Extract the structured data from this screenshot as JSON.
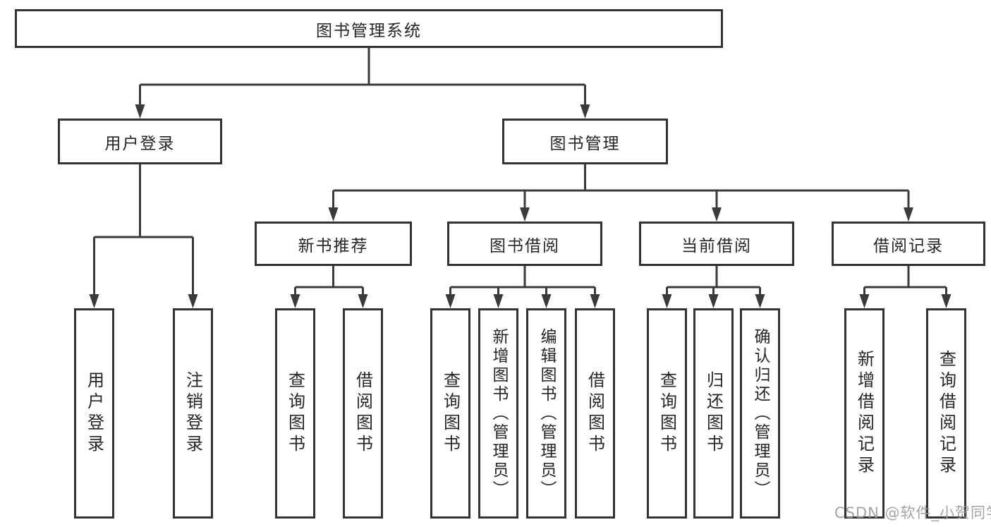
{
  "watermark": "CSDN @软件_小贺同学",
  "colors": {
    "background": "#ffffff",
    "box_border": "#333333",
    "connector_line": "#3a3a3a",
    "text": "#262626",
    "watermark_text": "#9a9a9a"
  },
  "diagram": {
    "type": "hierarchy-tree",
    "root": {
      "label": "图书管理系统",
      "children": [
        {
          "label": "用户登录",
          "children": [
            {
              "label": "用户登录"
            },
            {
              "label": "注销登录"
            }
          ]
        },
        {
          "label": "图书管理",
          "children": [
            {
              "label": "新书推荐",
              "children": [
                {
                  "label": "查询图书"
                },
                {
                  "label": "借阅图书"
                }
              ]
            },
            {
              "label": "图书借阅",
              "children": [
                {
                  "label": "查询图书"
                },
                {
                  "label": "新增图书（管理员）"
                },
                {
                  "label": "编辑图书（管理员）"
                },
                {
                  "label": "借阅图书"
                }
              ]
            },
            {
              "label": "当前借阅",
              "children": [
                {
                  "label": "查询图书"
                },
                {
                  "label": "归还图书"
                },
                {
                  "label": "确认归还（管理员）"
                }
              ]
            },
            {
              "label": "借阅记录",
              "children": [
                {
                  "label": "新增借阅记录"
                },
                {
                  "label": "查询借阅记录"
                }
              ]
            }
          ]
        }
      ]
    }
  }
}
